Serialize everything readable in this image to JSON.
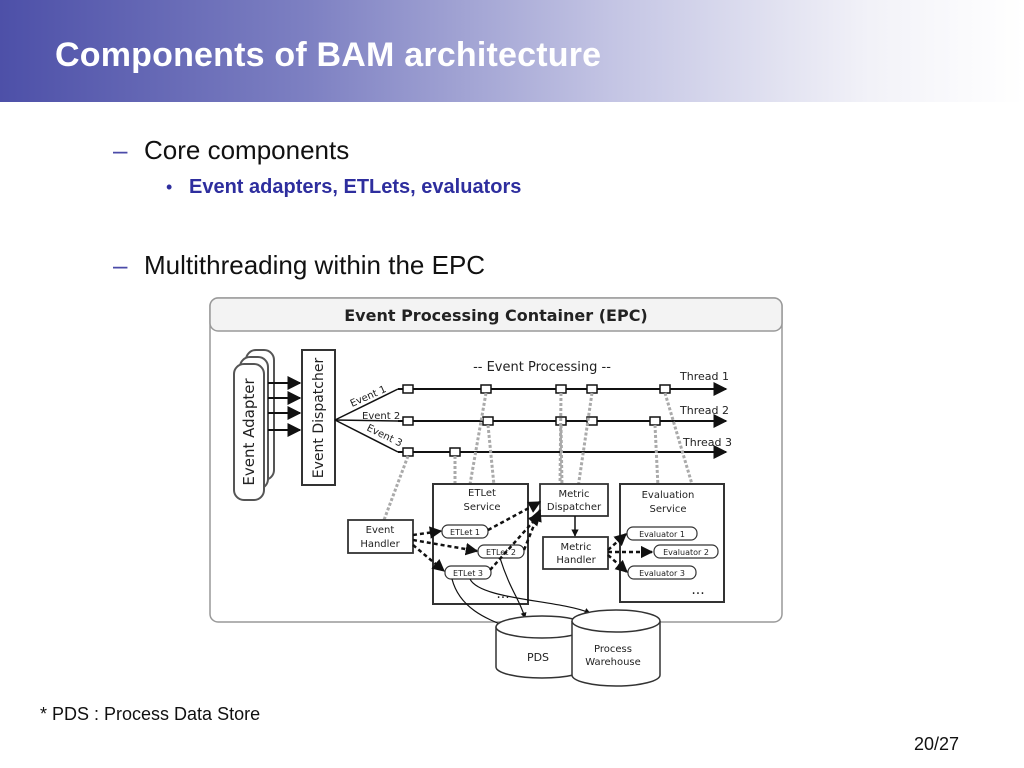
{
  "slide": {
    "title": "Components of BAM architecture",
    "bullets": [
      {
        "label": "Core components",
        "sub": [
          "Event adapters, ETLets, evaluators"
        ]
      },
      {
        "label": "Multithreading within the EPC"
      }
    ],
    "footnote": "* PDS : Process Data Store",
    "page": "20/27"
  },
  "diagram": {
    "container_title": "Event Processing Container (EPC)",
    "processing_label": "--  Event Processing  --",
    "adapter": "Event Adapter",
    "dispatcher": "Event Dispatcher",
    "events": [
      "Event 1",
      "Event 2",
      "Event 3"
    ],
    "threads": [
      "Thread 1",
      "Thread 2",
      "Thread 3"
    ],
    "etlet_service": "ETLet Service",
    "etlets": [
      "ETLet 1",
      "ETLet 2",
      "ETLet 3"
    ],
    "event_handler": "Event Handler",
    "metric_dispatcher": "Metric Dispatcher",
    "metric_handler": "Metric Handler",
    "evaluation_service": "Evaluation Service",
    "evaluators": [
      "Evaluator 1",
      "Evaluator 2",
      "Evaluator 3"
    ],
    "ellipsis": "...",
    "pds": "PDS",
    "warehouse": "Process Warehouse"
  }
}
